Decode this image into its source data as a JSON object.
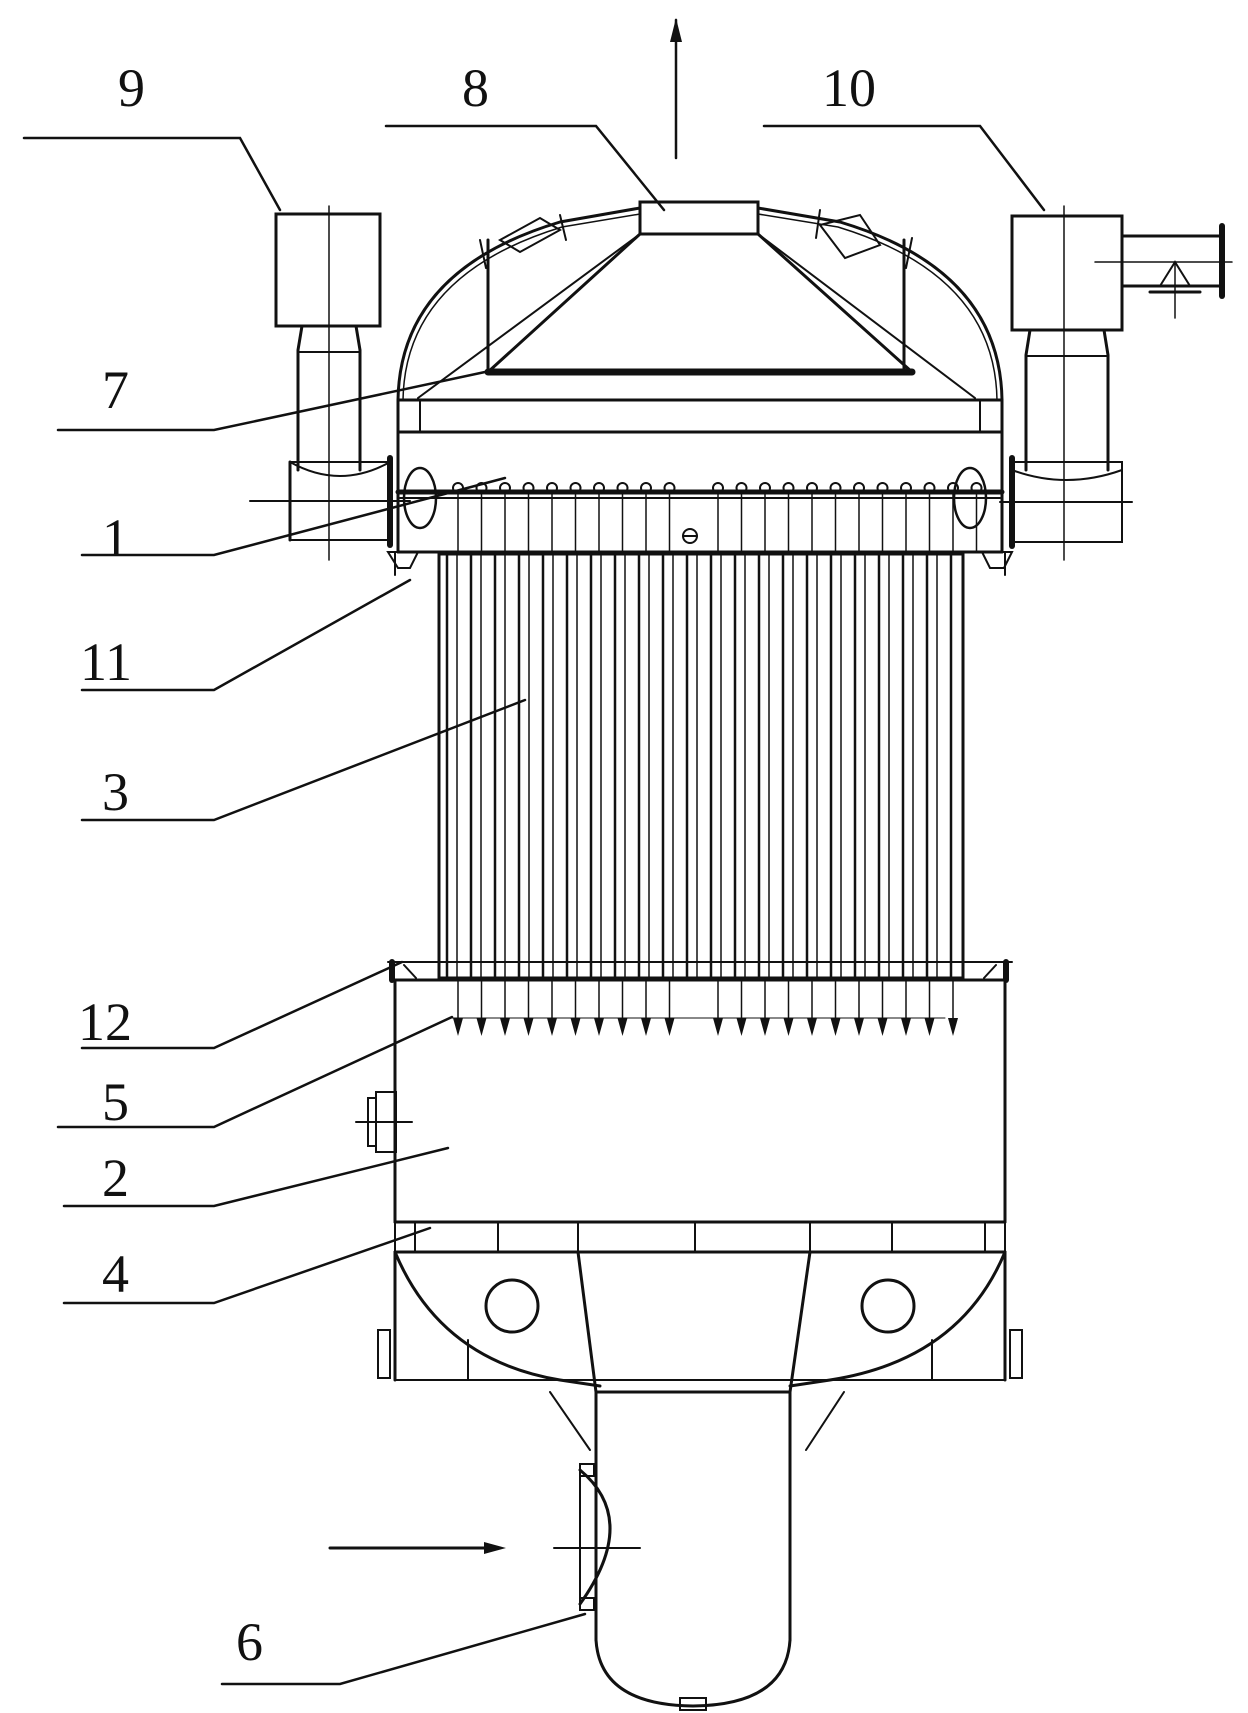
{
  "colors": {
    "line": "#111111",
    "background": "#ffffff"
  },
  "labels": {
    "l1": "1",
    "l2": "2",
    "l3": "3",
    "l4": "4",
    "l5": "5",
    "l6": "6",
    "l7": "7",
    "l8": "8",
    "l9": "9",
    "l10": "10",
    "l11": "11",
    "l12": "12"
  }
}
